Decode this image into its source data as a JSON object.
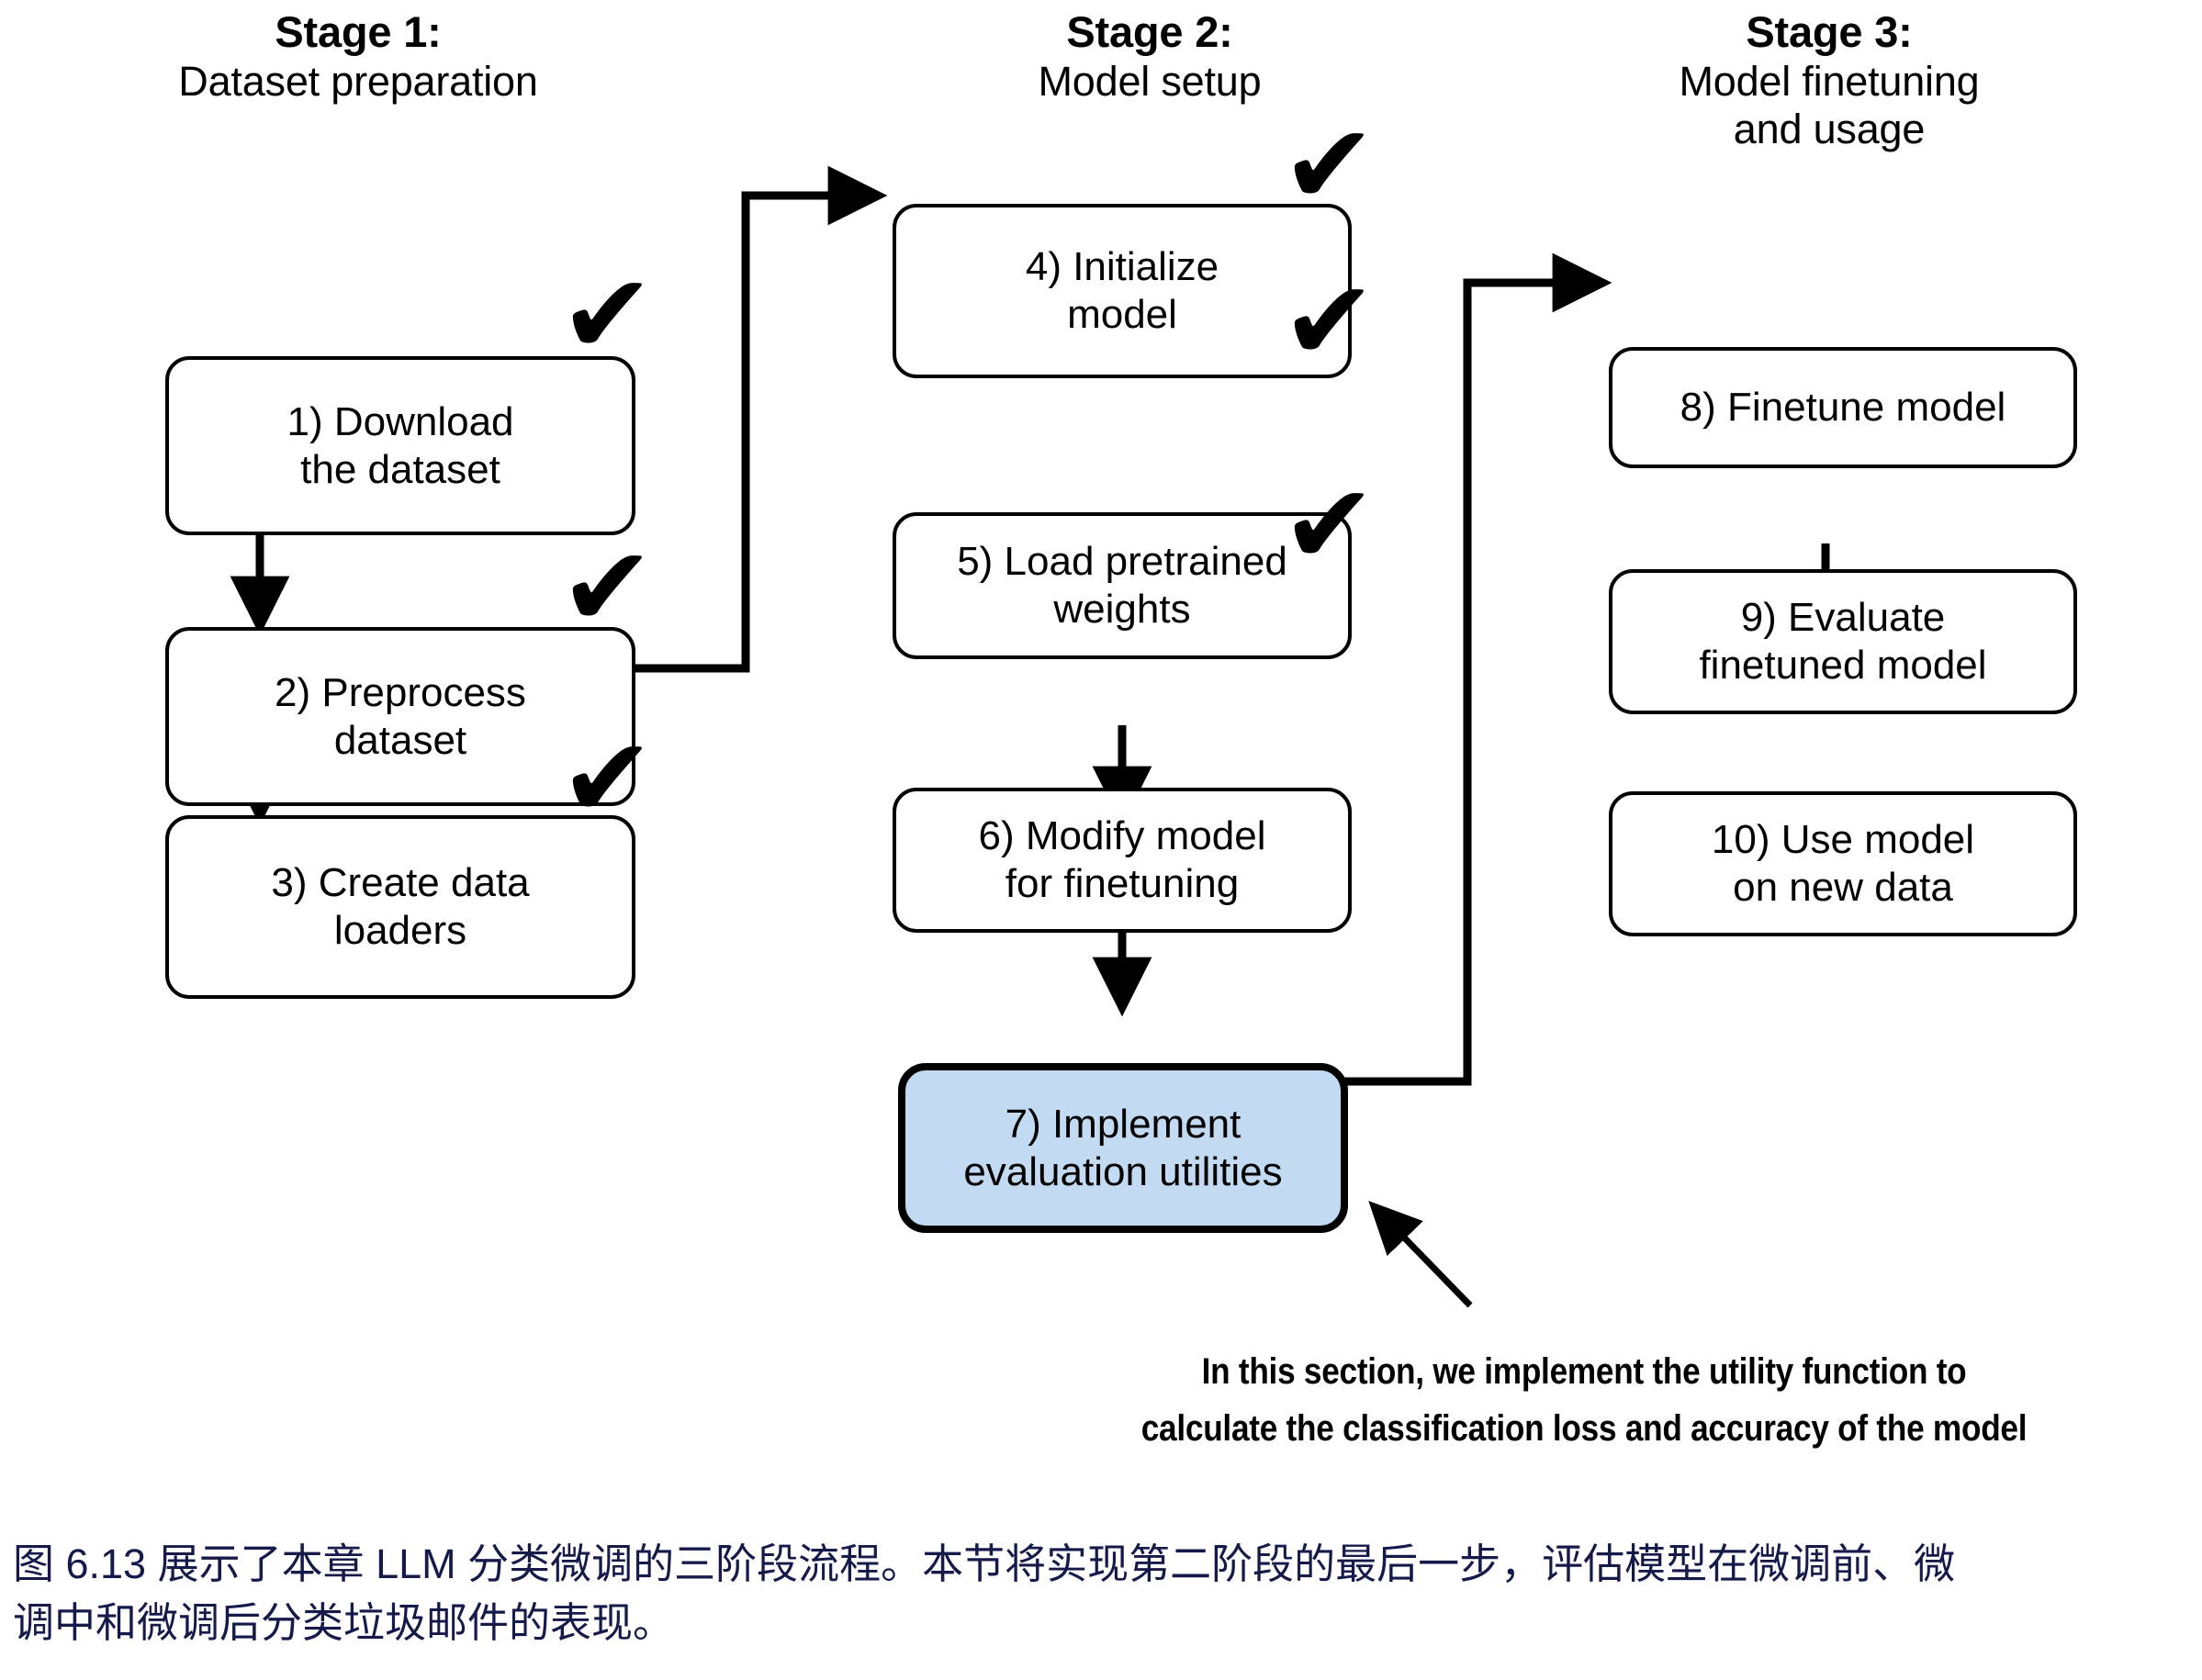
{
  "figure": {
    "stages": [
      {
        "id": "stage-1",
        "number": "Stage 1:",
        "subtitle": "Dataset preparation",
        "steps": [
          {
            "id": "step-1",
            "line1": "1) Download",
            "line2": "the dataset",
            "done": true,
            "highlight": false
          },
          {
            "id": "step-2",
            "line1": "2) Preprocess",
            "line2": "dataset",
            "done": true,
            "highlight": false
          },
          {
            "id": "step-3",
            "line1": "3) Create data",
            "line2": "loaders",
            "done": true,
            "highlight": false
          }
        ]
      },
      {
        "id": "stage-2",
        "number": "Stage 2:",
        "subtitle": "Model setup",
        "steps": [
          {
            "id": "step-4",
            "line1": "4) Initialize",
            "line2": "model",
            "done": true,
            "highlight": false
          },
          {
            "id": "step-5",
            "line1": "5) Load pretrained",
            "line2": "weights",
            "done": true,
            "highlight": false
          },
          {
            "id": "step-6",
            "line1": "6) Modify model",
            "line2": "for finetuning",
            "done": true,
            "highlight": false
          },
          {
            "id": "step-7",
            "line1": "7) Implement",
            "line2": "evaluation utilities",
            "done": false,
            "highlight": true
          }
        ]
      },
      {
        "id": "stage-3",
        "number": "Stage 3:",
        "subtitle_line1": "Model finetuning",
        "subtitle_line2": "and usage",
        "steps": [
          {
            "id": "step-8",
            "line1": "8) Finetune model",
            "line2": "",
            "done": false,
            "highlight": false
          },
          {
            "id": "step-9",
            "line1": "9) Evaluate",
            "line2": "finetuned model",
            "done": false,
            "highlight": false
          },
          {
            "id": "step-10",
            "line1": "10) Use model",
            "line2": "on new data",
            "done": false,
            "highlight": false
          }
        ]
      }
    ],
    "callout": {
      "line1": "In this section, we implement the utility function to",
      "line2": "calculate the classification loss and accuracy of the model"
    },
    "caption": {
      "line1": "图 6.13 展示了本章 LLM 分类微调的三阶段流程。本节将实现第二阶段的最后一步，评估模型在微调前、微",
      "line2": "调中和微调后分类垃圾邮件的表现。"
    },
    "icons": {
      "checkmark": "✔"
    },
    "colors": {
      "highlight_fill": "#c2daf2",
      "stroke": "#000000",
      "caption_text": "#151a4a",
      "background": "#ffffff"
    }
  }
}
